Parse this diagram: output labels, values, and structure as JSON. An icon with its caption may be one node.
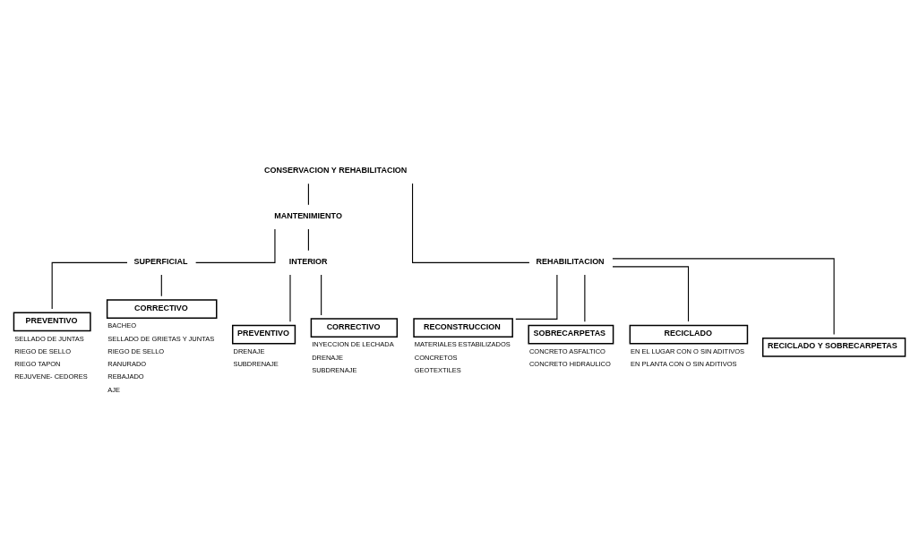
{
  "diagram": {
    "nodes": [
      {
        "text": [
          "CONSERVACION Y REHABILITACION"
        ]
      },
      {
        "text": [
          "MANTENIMIENTO"
        ]
      },
      {
        "text": [
          "REHABILITACION"
        ]
      },
      {
        "text": [
          "SUPERFICIAL"
        ]
      },
      {
        "text": [
          "INTERIOR"
        ]
      },
      {
        "text": [
          "PREVENTIVO"
        ],
        "beside": [
          "SELLADO DE JUNTAS",
          "RIEGO DE SELLO",
          "RIEGO TAPON",
          "REJUVENE- CEDORES"
        ]
      },
      {
        "text": [
          "CORRECTIVO"
        ],
        "beside": [
          "BACHEO",
          "SELLADO DE GRIETAS Y JUNTAS",
          "RIEGO DE SELLO",
          "RANURADO",
          "REBAJADO",
          "AJE"
        ]
      },
      {
        "text": [
          "PREVENTIVO"
        ],
        "beside": [
          "DRENAJE",
          "SUBDRENAJE"
        ]
      },
      {
        "text": [
          "CORRECTIVO"
        ],
        "beside": [
          "INYECCION DE LECHADA",
          "DRENAJE",
          "SUBDRENAJE"
        ]
      },
      {
        "text": [
          "RECONSTRUCCION"
        ],
        "beside": [
          "MATERIALES ESTABILIZADOS",
          "CONCRETOS",
          "GEOTEXTILES"
        ]
      },
      {
        "text": [
          "SOBRECARPETAS"
        ],
        "beside": [
          "CONCRETO ASFALTICO",
          "CONCRETO HIDRAULICO"
        ]
      },
      {
        "text": [
          "RECICLADO"
        ],
        "beside": [
          "EN EL LUGAR CON O SIN ADITIVOS",
          "EN PLANTA CON O SIN ADITIVOS"
        ]
      },
      {
        "text": [
          "RECICLADO Y SOBRECARPETAS"
        ]
      }
    ],
    "edges": [
      {
        "from": 0,
        "to": 1,
        "arrow": "none"
      },
      {
        "from": 0,
        "to": 2,
        "arrow": "none"
      },
      {
        "from": 1,
        "to": 3,
        "arrow": "none"
      },
      {
        "from": 1,
        "to": 4,
        "arrow": "none"
      },
      {
        "from": 3,
        "to": 5,
        "arrow": "none"
      },
      {
        "from": 3,
        "to": 6,
        "arrow": "none"
      },
      {
        "from": 4,
        "to": 7,
        "arrow": "none"
      },
      {
        "from": 4,
        "to": 8,
        "arrow": "none"
      },
      {
        "from": 2,
        "to": 9,
        "arrow": "none"
      },
      {
        "from": 2,
        "to": 10,
        "arrow": "none"
      },
      {
        "from": 2,
        "to": 11,
        "arrow": "none"
      },
      {
        "from": 2,
        "to": 12,
        "arrow": "none"
      }
    ]
  }
}
